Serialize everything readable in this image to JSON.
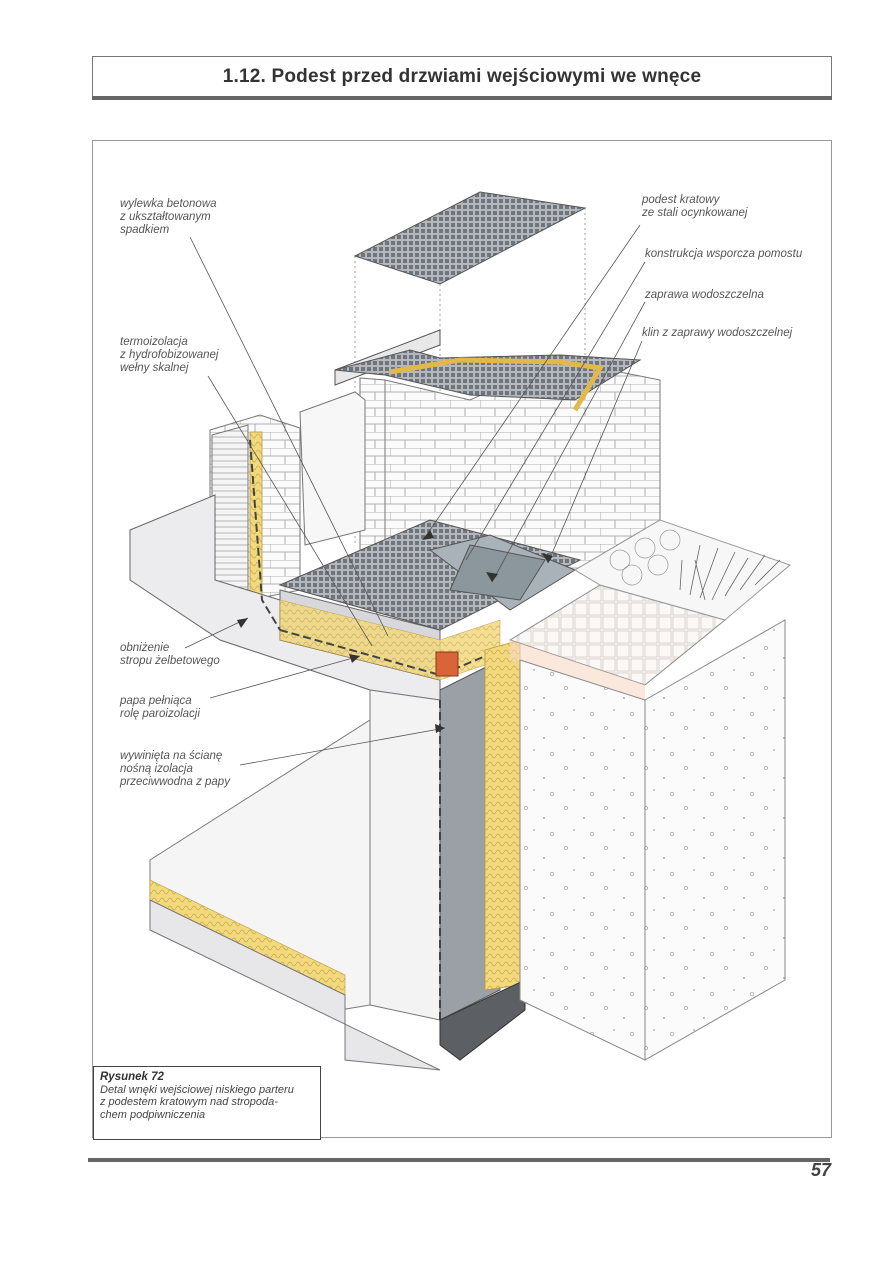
{
  "header": {
    "title": "1.12. Podest przed drzwiami wejściowymi we wnęce"
  },
  "labels": {
    "wylewka": "wylewka betonowa\nz ukształtowanym\nspadkiem",
    "termoizolacja": "termoizolacja\nz hydrofobizowanej\nwełny skalnej",
    "obnizenie": "obniżenie\nstropu żelbetowego",
    "papa": "papa pełniąca\nrolę paroizolacji",
    "wywinieta": "wywinięta na ścianę\nnośną izolacja\nprzeciwwodna z papy",
    "podest": "podest kratowy\nze stali ocynkowanej",
    "konstrukcja": "konstrukcja wsporcza pomostu",
    "zaprawa": "zaprawa wodoszczelna",
    "klin": "klin z zaprawy wodoszczelnej"
  },
  "caption": {
    "title": "Rysunek 72",
    "text": "Detal wnęki wejściowej niskiego parteru\nz podestem kratowym nad stropoda-\nchem podpiwniczenia"
  },
  "footer": {
    "page_number": "57"
  },
  "colors": {
    "insulation": "#f2d77a",
    "grating": "#9aa0a6",
    "membrane": "#555555",
    "concrete": "#d9d9dc",
    "brick_red": "#d9643a",
    "tiles": "#f5eee8"
  }
}
